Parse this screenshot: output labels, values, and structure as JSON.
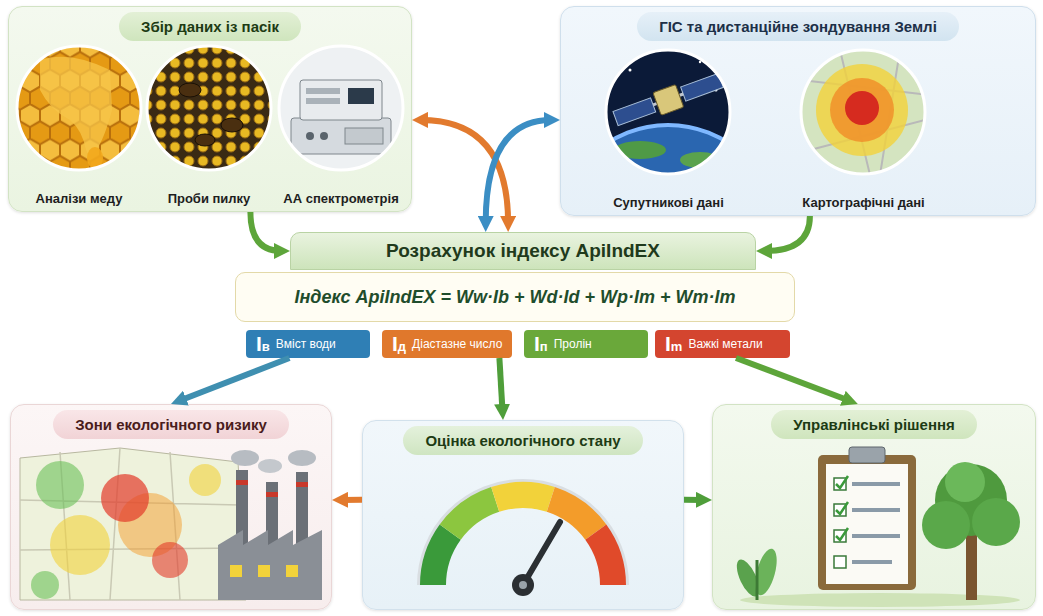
{
  "diagram": {
    "nodes": [
      {
        "text": [
          "Збір даних із пасік"
        ]
      },
      {
        "text": [
          "Аналізи меду"
        ],
        "in": 0
      },
      {
        "text": [
          "Проби пилку"
        ],
        "in": 0
      },
      {
        "text": [
          "АА спектрометрія"
        ],
        "in": 0
      },
      {
        "text": [
          "ГІС та дистанційне зондування Землі"
        ]
      },
      {
        "text": [
          "Супутникові дані"
        ],
        "in": 4
      },
      {
        "text": [
          "Картографічні дані"
        ],
        "in": 4
      },
      {
        "text": [
          "Розрахунок індексу ApiIndEX"
        ]
      },
      {
        "text": [
          "Індекс ApiIndEX = Ww·Ib + Wd·Id + Wp·Im + Wm·Im"
        ]
      },
      {
        "text": [
          "Iв",
          "Вміст води"
        ]
      },
      {
        "text": [
          "Iд",
          "Діастазне число"
        ]
      },
      {
        "text": [
          "Iп",
          "Пролін"
        ]
      },
      {
        "text": [
          "Im",
          "Важкі метали"
        ]
      },
      {
        "text": [
          "Зони екологічного ризику"
        ]
      },
      {
        "text": [
          "Оцінка екологічного стану"
        ]
      },
      {
        "text": [
          "Управлінські рішення"
        ]
      }
    ],
    "edges": [
      {
        "from": 0,
        "to": 7,
        "arrow": "to"
      },
      {
        "from": 4,
        "to": 7,
        "arrow": "to"
      },
      {
        "from": 7,
        "to": 0,
        "arrow": "both"
      },
      {
        "from": 7,
        "to": 4,
        "arrow": "both"
      },
      {
        "from": 9,
        "to": 13,
        "arrow": "to"
      },
      {
        "from": 10,
        "to": 14,
        "arrow": "to"
      },
      {
        "from": 12,
        "to": 15,
        "arrow": "to"
      },
      {
        "from": 14,
        "to": 13,
        "arrow": "to"
      },
      {
        "from": 14,
        "to": 15,
        "arrow": "to"
      }
    ]
  }
}
